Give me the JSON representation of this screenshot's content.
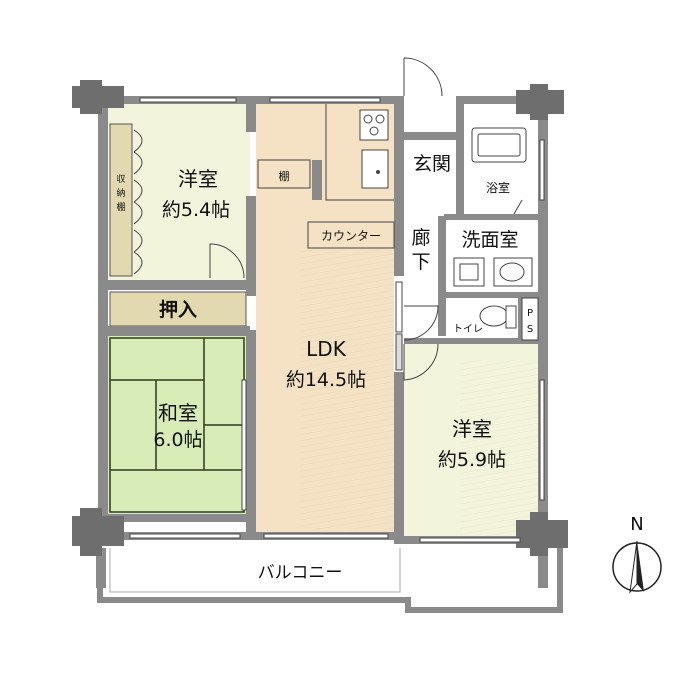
{
  "rooms": {
    "western_nw": {
      "name": "洋室",
      "size": "約5.4帖"
    },
    "storage": {
      "name": "収納棚"
    },
    "oshiire": {
      "name": "押入"
    },
    "washitsu": {
      "name": "和室",
      "size": "6.0帖"
    },
    "ldk": {
      "name": "LDK",
      "size": "約14.5帖"
    },
    "shelf": {
      "name": "棚"
    },
    "counter": {
      "name": "カウンター"
    },
    "entrance": {
      "name": "玄関"
    },
    "hallway": {
      "name": "廊下"
    },
    "bath": {
      "name": "浴室"
    },
    "washroom": {
      "name": "洗面室"
    },
    "toilet": {
      "name": "トイレ"
    },
    "ps": {
      "name": "PS"
    },
    "western_se": {
      "name": "洋室",
      "size": "約5.9帖"
    },
    "balcony": {
      "name": "バルコニー"
    }
  },
  "compass": {
    "north_label": "N"
  },
  "colors": {
    "wall": "#8a8a8a",
    "wall_dark": "#6e6e6e",
    "western_room": "#f2f5dc",
    "ldk_floor": "#f5e2c4",
    "tatami": "#d8ecb8",
    "oshiire": "#e2d9b0",
    "service": "#ffffff"
  }
}
